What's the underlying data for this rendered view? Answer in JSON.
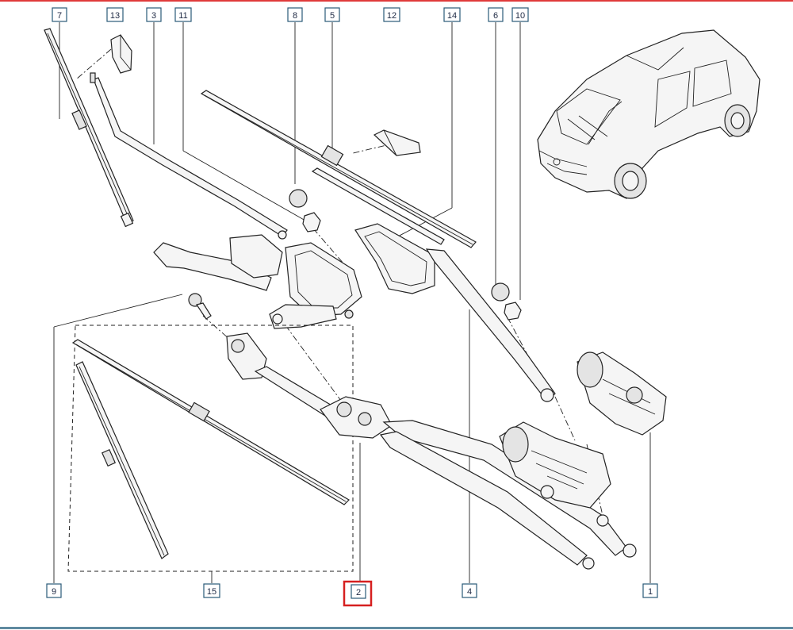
{
  "diagram": {
    "callouts": [
      {
        "id": "c7",
        "text": "7",
        "highlighted": false
      },
      {
        "id": "c13",
        "text": "13",
        "highlighted": false
      },
      {
        "id": "c3",
        "text": "3",
        "highlighted": false
      },
      {
        "id": "c11",
        "text": "11",
        "highlighted": false
      },
      {
        "id": "c8",
        "text": "8",
        "highlighted": false
      },
      {
        "id": "c5",
        "text": "5",
        "highlighted": false
      },
      {
        "id": "c12",
        "text": "12",
        "highlighted": false
      },
      {
        "id": "c14",
        "text": "14",
        "highlighted": false
      },
      {
        "id": "c6",
        "text": "6",
        "highlighted": false
      },
      {
        "id": "c10",
        "text": "10",
        "highlighted": false
      },
      {
        "id": "c9",
        "text": "9",
        "highlighted": false
      },
      {
        "id": "c15",
        "text": "15",
        "highlighted": false
      },
      {
        "id": "c2",
        "text": "2",
        "highlighted": true
      },
      {
        "id": "c4",
        "text": "4",
        "highlighted": false
      },
      {
        "id": "c1",
        "text": "1",
        "highlighted": false
      }
    ],
    "colors": {
      "label_border": "#2a5a78",
      "label_text": "#1f2a44",
      "highlight": "#d62020",
      "line": "#222222",
      "top_rule": "#e03a3a",
      "bottom_rule": "#5f8aa0"
    }
  }
}
